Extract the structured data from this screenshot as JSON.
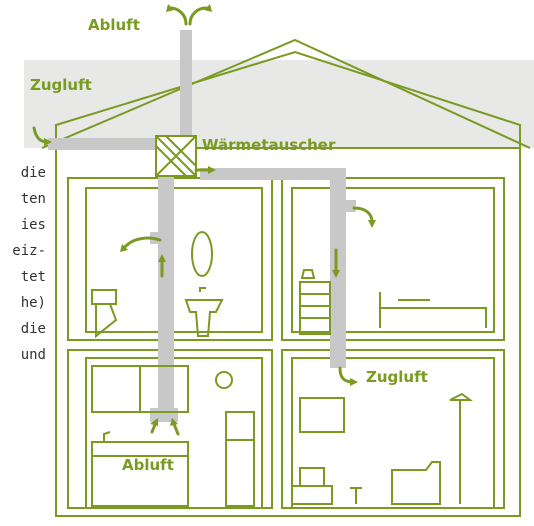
{
  "labels": {
    "abluft_top": "Abluft",
    "zugluft_left": "Zugluft",
    "waermetauscher": "Wärmetauscher",
    "zugluft_right": "Zugluft",
    "abluft_kitchen": "Abluft"
  },
  "side_text": [
    "die",
    "ten",
    "ies",
    "eiz-",
    "tet",
    "he)",
    "die",
    "und"
  ],
  "colors": {
    "accent": "#7a9a22",
    "line": "#7a9a22",
    "duct": "#c8c8c8",
    "attic_bg": "#e8e8e6"
  }
}
